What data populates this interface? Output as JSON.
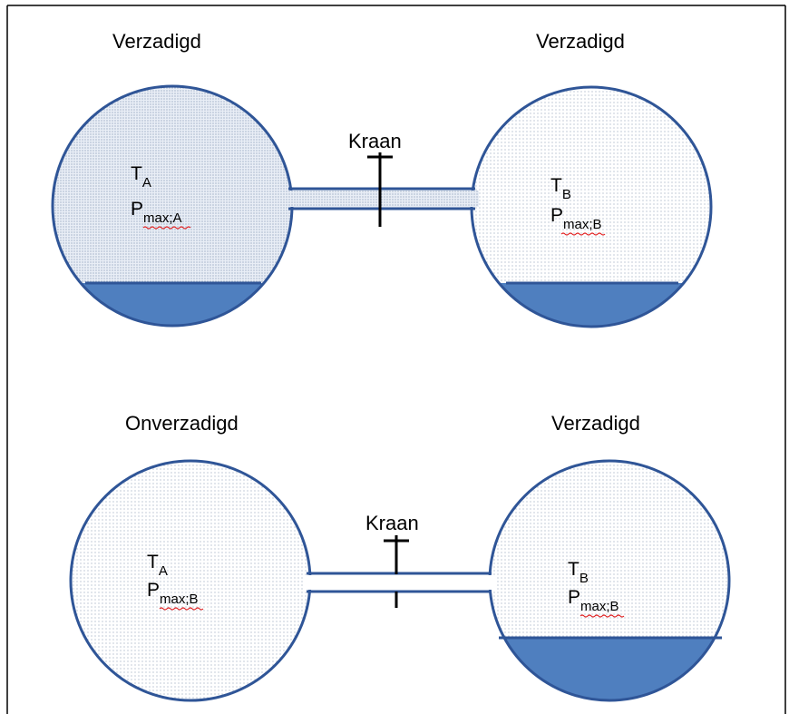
{
  "colors": {
    "outline": "#2f5597",
    "liquid": "#4f7fbf",
    "dots": "#9aa8bf",
    "border": "#000000"
  },
  "top": {
    "left_state": "Verzadigd",
    "right_state": "Verzadigd",
    "valve_label": "Kraan",
    "valve_open": true,
    "left_temp": {
      "main": "T",
      "sub": "A"
    },
    "left_pressure": {
      "main": "P",
      "sub": "max;A"
    },
    "right_temp": {
      "main": "T",
      "sub": "B"
    },
    "right_pressure": {
      "main": "P",
      "sub": "max;B"
    }
  },
  "bottom": {
    "left_state": "Onverzadigd",
    "right_state": "Verzadigd",
    "valve_label": "Kraan",
    "valve_open": false,
    "left_temp": {
      "main": "T",
      "sub": "A"
    },
    "left_pressure": {
      "main": "P",
      "sub": "max;B"
    },
    "right_temp": {
      "main": "T",
      "sub": "B"
    },
    "right_pressure": {
      "main": "P",
      "sub": "max;B"
    }
  }
}
